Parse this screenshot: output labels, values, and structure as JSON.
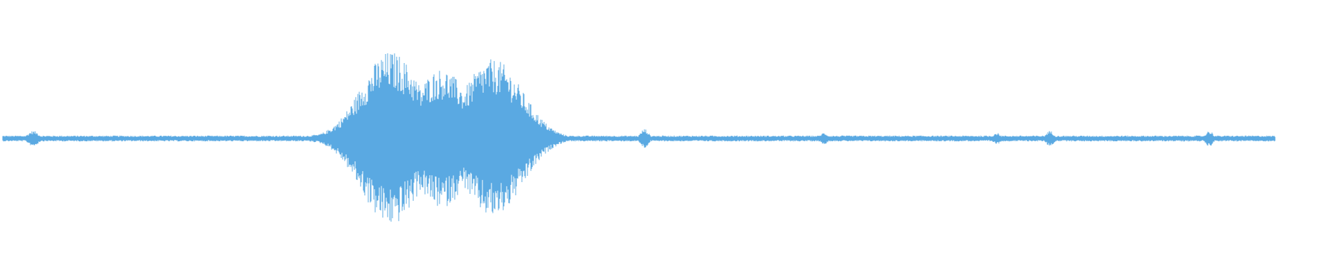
{
  "waveform": {
    "color": "#5aa9e2",
    "background": "#ffffff",
    "duration_fraction_drawn": 0.97,
    "baseline_amplitude": 0.03,
    "bursts": [
      {
        "center": 0.025,
        "width": 0.004,
        "amplitude": 0.08
      },
      {
        "center": 0.24,
        "width": 0.01,
        "amplitude": 0.04
      },
      {
        "center": 0.294,
        "width": 0.022,
        "amplitude": 0.9
      },
      {
        "center": 0.332,
        "width": 0.02,
        "amplitude": 0.72
      },
      {
        "center": 0.371,
        "width": 0.022,
        "amplitude": 0.82
      },
      {
        "center": 0.485,
        "width": 0.003,
        "amplitude": 0.1
      },
      {
        "center": 0.62,
        "width": 0.003,
        "amplitude": 0.06
      },
      {
        "center": 0.75,
        "width": 0.003,
        "amplitude": 0.06
      },
      {
        "center": 0.79,
        "width": 0.003,
        "amplitude": 0.08
      },
      {
        "center": 0.91,
        "width": 0.003,
        "amplitude": 0.08
      }
    ]
  }
}
